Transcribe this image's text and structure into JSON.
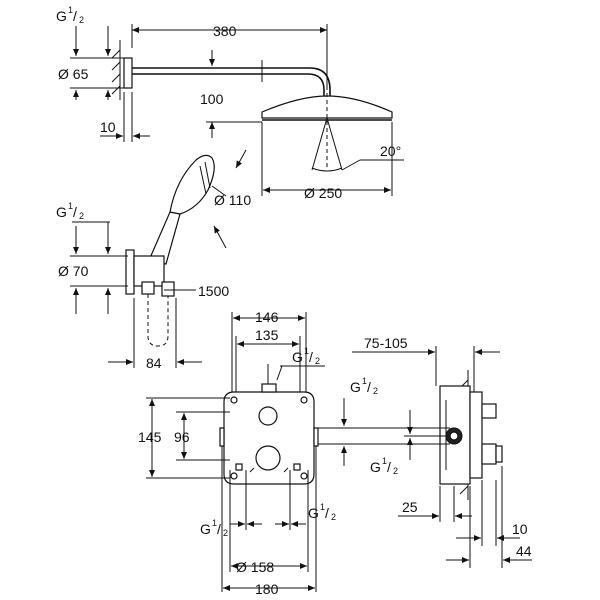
{
  "showerhead_view": {
    "thread_label": "G",
    "thread_sup": "1",
    "thread_sub": "2",
    "arm_length": "380",
    "flange_diameter": "Ø 65",
    "drop_height": "100",
    "wall_offset": "10",
    "spray_angle": "20°",
    "head_diameter": "Ø 250"
  },
  "handshower_view": {
    "thread_label": "G",
    "thread_sup": "1",
    "thread_sub": "2",
    "head_diameter": "Ø 110",
    "elbow_diameter": "Ø 70",
    "hose_length": "1500",
    "projection": "84"
  },
  "thermostat_front_view": {
    "outer_width": "146",
    "inner_width": "135",
    "top_thread_label": "G",
    "top_thread_sup": "1",
    "top_thread_sub": "2",
    "height_outer": "145",
    "height_inner": "96",
    "bottom_left_thread_label": "G",
    "bottom_left_thread_sup": "1",
    "bottom_left_thread_sub": "2",
    "bottom_right_thread_label": "G",
    "bottom_right_thread_sup": "1",
    "bottom_right_thread_sub": "2",
    "rosette_diameter": "Ø 158",
    "plate_width": "180"
  },
  "thermostat_side_view": {
    "depth_range": "75-105",
    "thread_top_label": "G",
    "thread_top_sup": "1",
    "thread_top_sub": "2",
    "thread_bottom_label": "G",
    "thread_bottom_sup": "1",
    "thread_bottom_sub": "2",
    "wall_to_face": "25",
    "plate_thickness": "10",
    "handle_projection": "44"
  }
}
